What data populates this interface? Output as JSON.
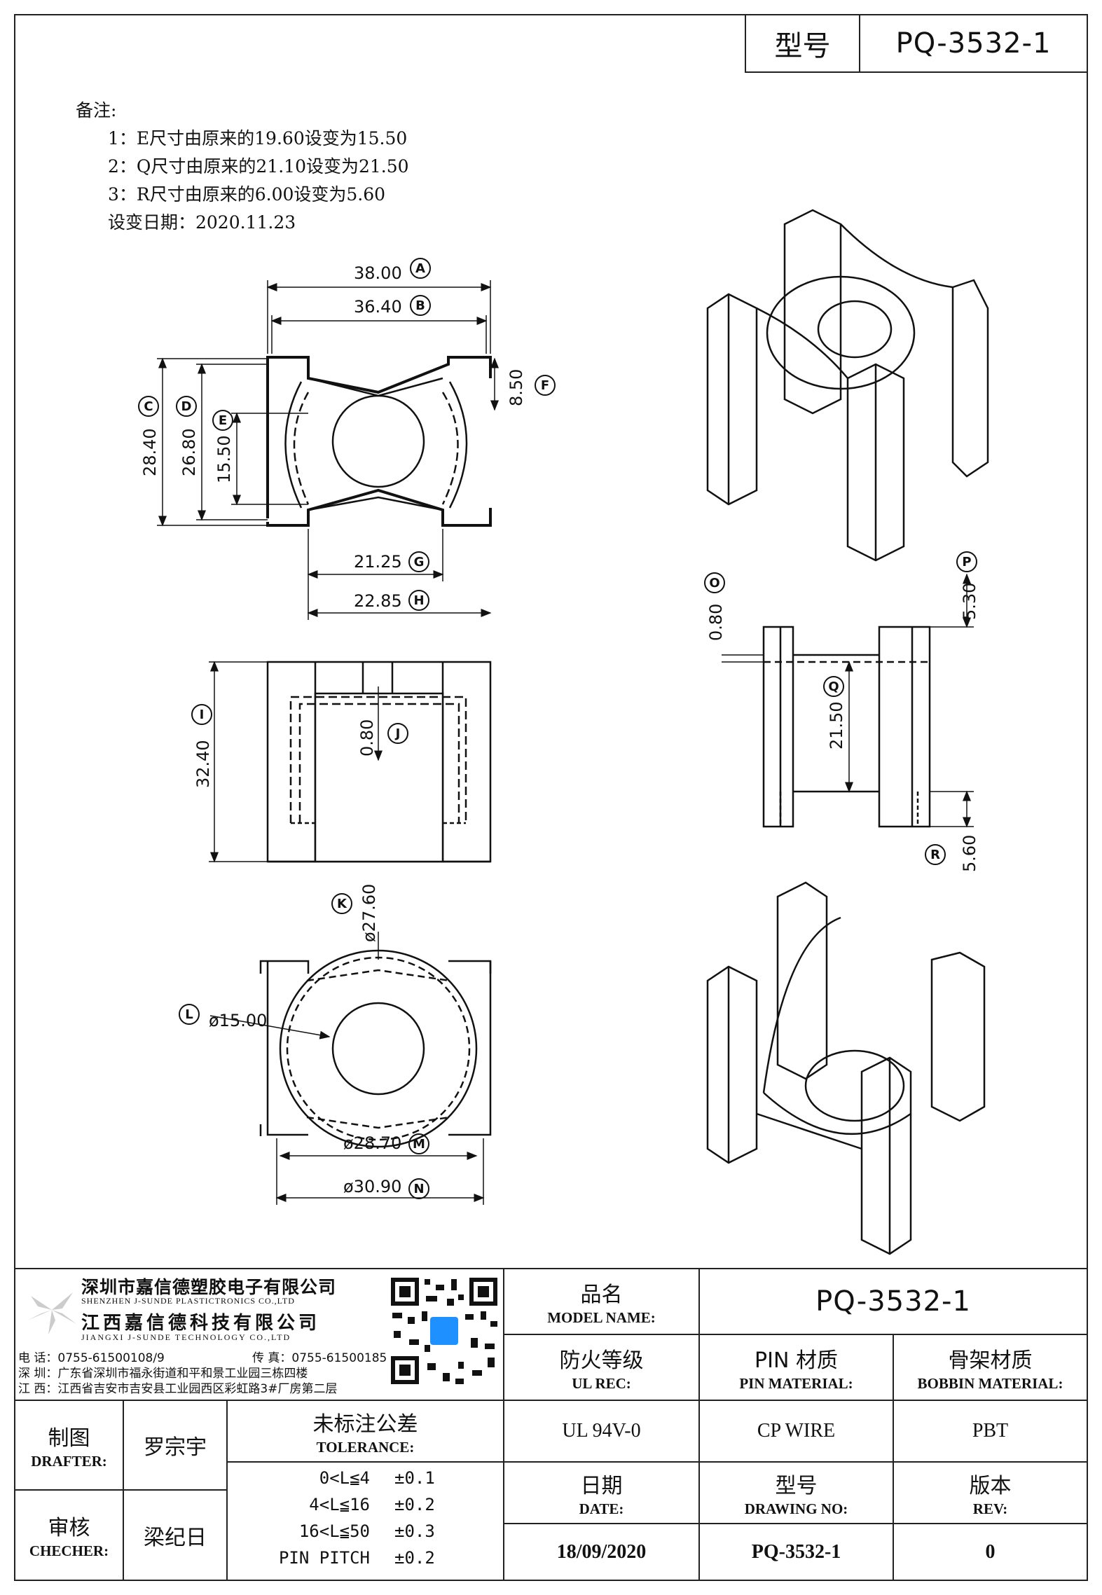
{
  "header": {
    "type_label": "型号",
    "type_value": "PQ-3532-1"
  },
  "notes": {
    "title": "备注:",
    "items": [
      "1：E尺寸由原来的19.60设变为15.50",
      "2：Q尺寸由原来的21.10设变为21.50",
      "3：R尺寸由原来的6.00设变为5.60",
      "设变日期：2020.11.23"
    ]
  },
  "dimensions": {
    "A": "38.00",
    "B": "36.40",
    "C": "28.40",
    "D": "26.80",
    "E": "15.50",
    "F": "8.50",
    "G": "21.25",
    "H": "22.85",
    "I": "32.40",
    "J": "0.80",
    "K": "ø27.60",
    "L": "ø15.00",
    "M": "ø28.70",
    "N": "ø30.90",
    "O": "0.80",
    "P": "5.30",
    "Q": "21.50",
    "R": "5.60"
  },
  "company": {
    "name_sz": "深圳市嘉信德塑胶电子有限公司",
    "name_sz_en": "SHENZHEN J-SUNDE PLASTICTRONICS CO.,LTD",
    "name_jx": "江西嘉信德科技有限公司",
    "name_jx_en": "JIANGXI J-SUNDE TECHNOLOGY CO.,LTD",
    "phone": "电 话：0755-61500108/9",
    "fax": "传 真：0755-61500185",
    "addr_sz": "深 圳：广东省深圳市福永街道和平和景工业园三栋四楼",
    "addr_jx": "江 西：江西省吉安市吉安县工业园西区彩虹路3#厂房第二层"
  },
  "title_block": {
    "model_name_cn": "品名",
    "model_name_en": "MODEL NAME:",
    "model_name_value": "PQ-3532-1",
    "ul_cn": "防火等级",
    "ul_en": "UL REC:",
    "ul_value": "UL 94V-0",
    "pin_cn": "PIN 材质",
    "pin_en": "PIN MATERIAL:",
    "pin_value": "CP WIRE",
    "bobbin_cn": "骨架材质",
    "bobbin_en": "BOBBIN MATERIAL:",
    "bobbin_value": "PBT",
    "drafter_cn": "制图",
    "drafter_en": "DRAFTER:",
    "drafter_value": "罗宗宇",
    "checker_cn": "审核",
    "checker_en": "CHECHER:",
    "checker_value": "梁纪日",
    "tolerance_cn": "未标注公差",
    "tolerance_en": "TOLERANCE:",
    "tolerances": [
      {
        "range": "0<L≦4",
        "tol": "±0.1"
      },
      {
        "range": "4<L≦16",
        "tol": "±0.2"
      },
      {
        "range": "16<L≦50",
        "tol": "±0.3"
      },
      {
        "range": "PIN PITCH",
        "tol": "±0.2"
      }
    ],
    "date_cn": "日期",
    "date_en": "DATE:",
    "date_value": "18/09/2020",
    "drawing_cn": "型号",
    "drawing_en": "DRAWING NO:",
    "drawing_value": "PQ-3532-1",
    "rev_cn": "版本",
    "rev_en": "REV:",
    "rev_value": "0"
  }
}
